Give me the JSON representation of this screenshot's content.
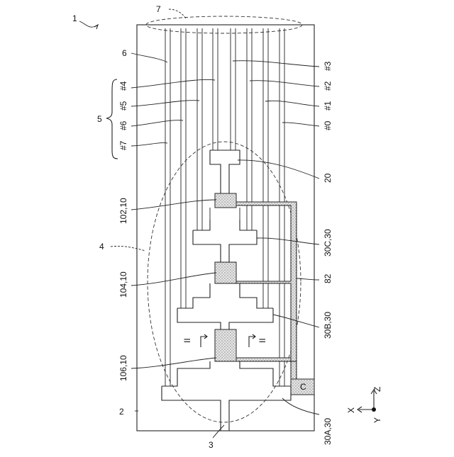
{
  "figure": {
    "labels": {
      "fig_number": "1",
      "housing": "2",
      "port": "3",
      "region": "4",
      "group": "5",
      "lines": "6",
      "ends": "7",
      "element": "20",
      "bar": "82",
      "c_label": "C",
      "lbl_102": "102,10",
      "lbl_104": "104,10",
      "lbl_106": "106,10",
      "lbl_30c": "30C,30",
      "lbl_30b": "30B,30",
      "lbl_30a": "30A,30",
      "ch0": "#0",
      "ch1": "#1",
      "ch2": "#2",
      "ch3": "#3",
      "ch4": "#4",
      "ch5": "#5",
      "ch6": "#6",
      "ch7": "#7",
      "section_mark": "II"
    },
    "axes": {
      "z": "Z",
      "x": "X",
      "y": "Y"
    }
  }
}
